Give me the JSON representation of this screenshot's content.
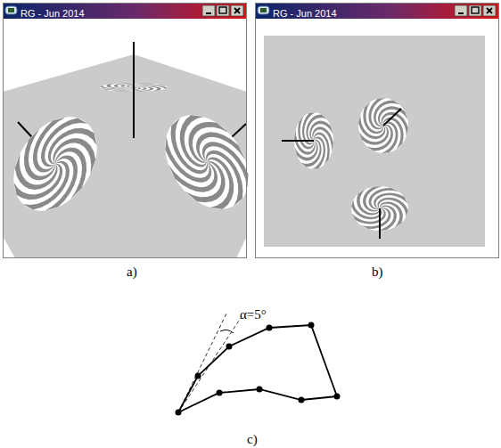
{
  "diagram": {
    "nodes": [
      {
        "text": [
          "RG - Jun 2014"
        ]
      },
      {
        "text": [
          "RG - Jun 2014"
        ]
      }
    ],
    "labels": [
      "a)",
      "b)",
      "α=5°",
      "c)"
    ]
  }
}
